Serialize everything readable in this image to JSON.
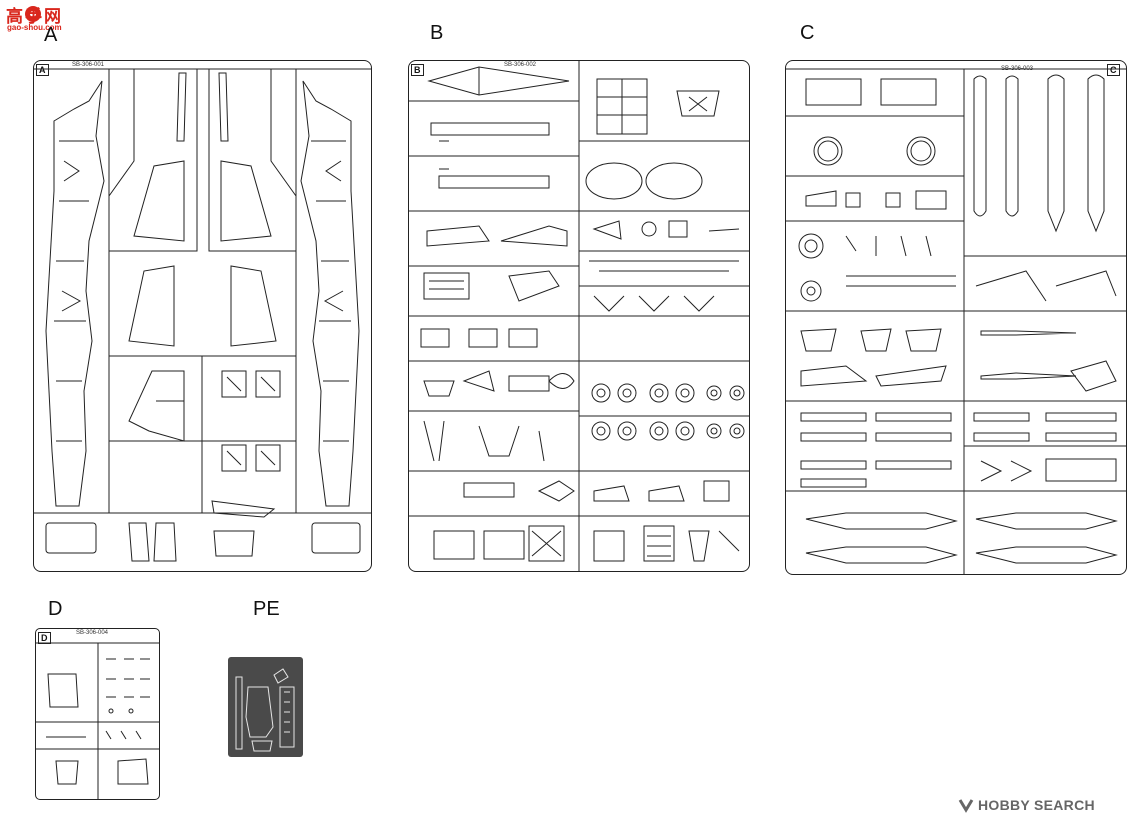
{
  "watermark_top": {
    "cn_chars": "高手网",
    "url": "gao-shou.com"
  },
  "labels": {
    "A": "A",
    "B": "B",
    "C": "C",
    "D": "D",
    "PE": "PE"
  },
  "frame_tags": {
    "A": "A",
    "B": "B",
    "C": "C",
    "D": "D"
  },
  "sprue_codes": {
    "A": "SB-306-001",
    "B": "SB-306-002",
    "C": "SB-306-003",
    "D": "SB-306-004"
  },
  "watermark_bottom": {
    "brand": "HOBBY SEARCH"
  },
  "colors": {
    "line": "#222222",
    "pe_plate": "#4a4a4a",
    "watermark_red": "#d9261c",
    "watermark_gray": "#666666"
  }
}
